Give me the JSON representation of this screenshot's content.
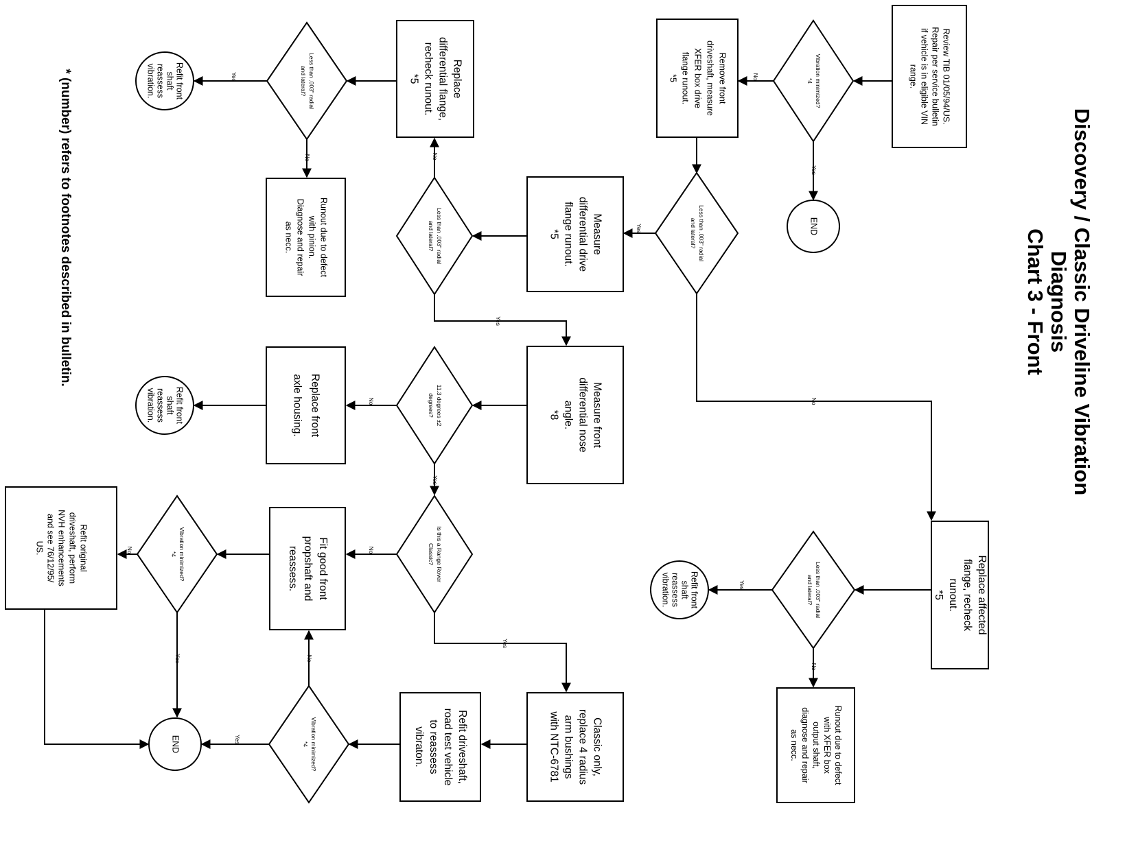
{
  "title": {
    "lines": [
      "Discovery / Classic Driveline Vibration",
      "Diagnosis",
      "Chart 3 - Front"
    ]
  },
  "footnote": "* (number) refers to footnotes described in bulletin.",
  "nodes": {
    "review_tib": {
      "lines": [
        "Review TIB 01/05/94/US.",
        "Repair per service bulletin",
        "if vehicle is in eligible VIN",
        "range."
      ]
    },
    "vibration_minimized_1": {
      "lines": [
        "Vibration minimized?",
        "*4"
      ]
    },
    "end_1": {
      "lines": [
        "END"
      ]
    },
    "remove_front_driveshaft": {
      "lines": [
        "Remove front",
        "driveshaft, measure",
        "XFER box drive",
        "flange runout.",
        "*5"
      ]
    },
    "runout_check_1": {
      "lines": [
        "Less than .003\" radial",
        "and lateral?"
      ]
    },
    "measure_diff_flange": {
      "lines": [
        "Measure",
        "differential drive",
        "flange runout.",
        "*5"
      ]
    },
    "runout_check_2": {
      "lines": [
        "Less than .003\" radial",
        "and lateral?"
      ]
    },
    "replace_diff_flange": {
      "lines": [
        "Replace",
        "differential flange,",
        "recheck runout.",
        "*5"
      ]
    },
    "runout_check_3": {
      "lines": [
        "Less than .003\" radial",
        "and lateral?"
      ]
    },
    "refit_front_shaft_1": {
      "lines": [
        "Refit front",
        "shaft",
        "reassess",
        "vibration."
      ]
    },
    "runout_pinion": {
      "lines": [
        "Runout due to defect",
        "with pinion.",
        "Diagnose and repair",
        "as necc."
      ]
    },
    "measure_nose_angle": {
      "lines": [
        "Measure front",
        "differential nose",
        "angle.",
        "*8"
      ]
    },
    "angle_check": {
      "lines": [
        "11.3 degrees ±2",
        "degrees?"
      ]
    },
    "replace_axle_housing": {
      "lines": [
        "Replace front",
        "axle housing."
      ]
    },
    "refit_front_shaft_2": {
      "lines": [
        "Refit front",
        "shaft",
        "reassess",
        "vibration."
      ]
    },
    "range_rover_check": {
      "lines": [
        "Is this a Range Rover",
        "Classic?"
      ]
    },
    "fit_good_propshaft": {
      "lines": [
        "Fit good front",
        "propshaft and",
        "reassess."
      ]
    },
    "vibration_minimized_2": {
      "lines": [
        "Vibration minimized?",
        "*4"
      ]
    },
    "refit_original": {
      "lines": [
        "Refit original",
        "driveshaft, perform",
        "NVH enhancements",
        "and see 76/12/95/",
        "US."
      ]
    },
    "classic_only": {
      "lines": [
        "Classic only,",
        "replace 4 radius",
        "arm bushings",
        "with NTC-6781"
      ]
    },
    "refit_road_test": {
      "lines": [
        "Refit driveshaft,",
        "road test vehicle",
        "to reassess",
        "vibraton."
      ]
    },
    "vibration_minimized_3": {
      "lines": [
        "Vibration minimized?",
        "*4"
      ]
    },
    "end_2": {
      "lines": [
        "END"
      ]
    },
    "replace_affected_flange": {
      "lines": [
        "Replace affected",
        "flange, recheck",
        "runout.",
        "*5"
      ]
    },
    "runout_check_4": {
      "lines": [
        "Less than .003\" radial",
        "and lateral?"
      ]
    },
    "refit_front_shaft_3": {
      "lines": [
        "Refit front",
        "shaft",
        "reassess",
        "vibration."
      ]
    },
    "runout_xfer": {
      "lines": [
        "Runout due to defect",
        "with XFER box",
        "output shaft,",
        "diagnose and repair",
        "as necc."
      ]
    }
  },
  "edge_labels": {
    "yes": "Yes",
    "no": "No"
  }
}
